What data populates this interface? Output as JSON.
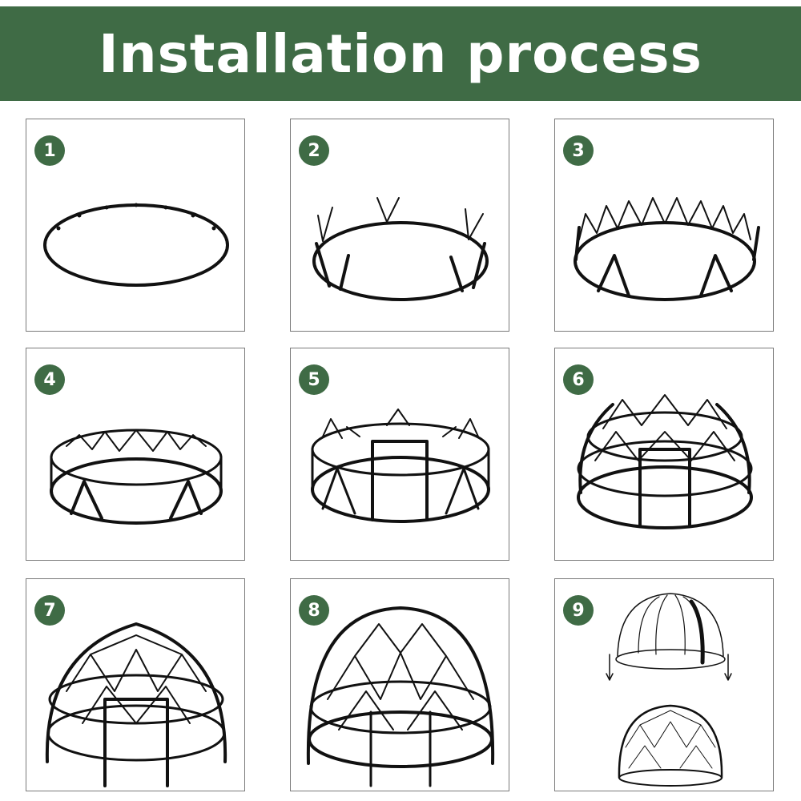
{
  "banner": {
    "title": "Installation process",
    "background": "#3f6b45"
  },
  "steps": [
    {
      "number": "1"
    },
    {
      "number": "2"
    },
    {
      "number": "3"
    },
    {
      "number": "4"
    },
    {
      "number": "5"
    },
    {
      "number": "6"
    },
    {
      "number": "7"
    },
    {
      "number": "8"
    },
    {
      "number": "9"
    }
  ]
}
